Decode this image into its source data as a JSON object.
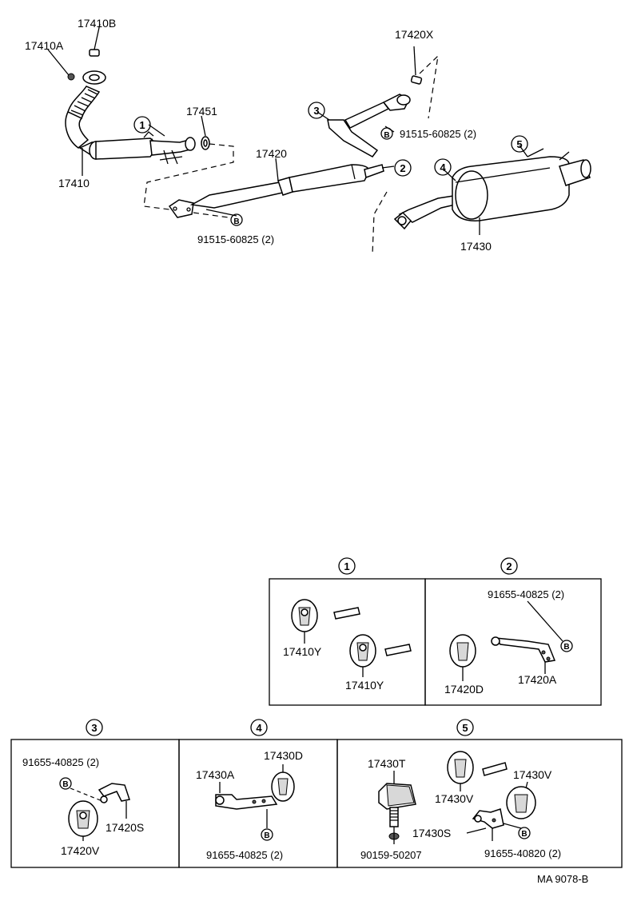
{
  "overview": {
    "labels": {
      "p17410B": "17410B",
      "p17410A": "17410A",
      "p17410": "17410",
      "p17451": "17451",
      "p17420": "17420",
      "p17420X": "17420X",
      "p17430": "17430",
      "bolt_top": "91515-60825 (2)",
      "bolt_center": "91515-60825 (2)",
      "b_symbol": "B"
    },
    "callouts": [
      "1",
      "2",
      "3",
      "4",
      "5"
    ]
  },
  "details": {
    "d1": {
      "number": "1",
      "parts": [
        "17410Y",
        "17410Y"
      ]
    },
    "d2": {
      "number": "2",
      "bolt": "91655-40825 (2)",
      "parts": [
        "17420D",
        "17420A"
      ]
    },
    "d3": {
      "number": "3",
      "bolt": "91655-40825 (2)",
      "parts": [
        "17420S",
        "17420V"
      ]
    },
    "d4": {
      "number": "4",
      "bolt": "91655-40825 (2)",
      "parts": [
        "17430A",
        "17430D"
      ]
    },
    "d5": {
      "number": "5",
      "bolt": "91655-40820 (2)",
      "screw": "90159-50207",
      "parts": [
        "17430T",
        "17430V",
        "17430V",
        "17430S"
      ]
    }
  },
  "footer_code": "MA 9078-B"
}
